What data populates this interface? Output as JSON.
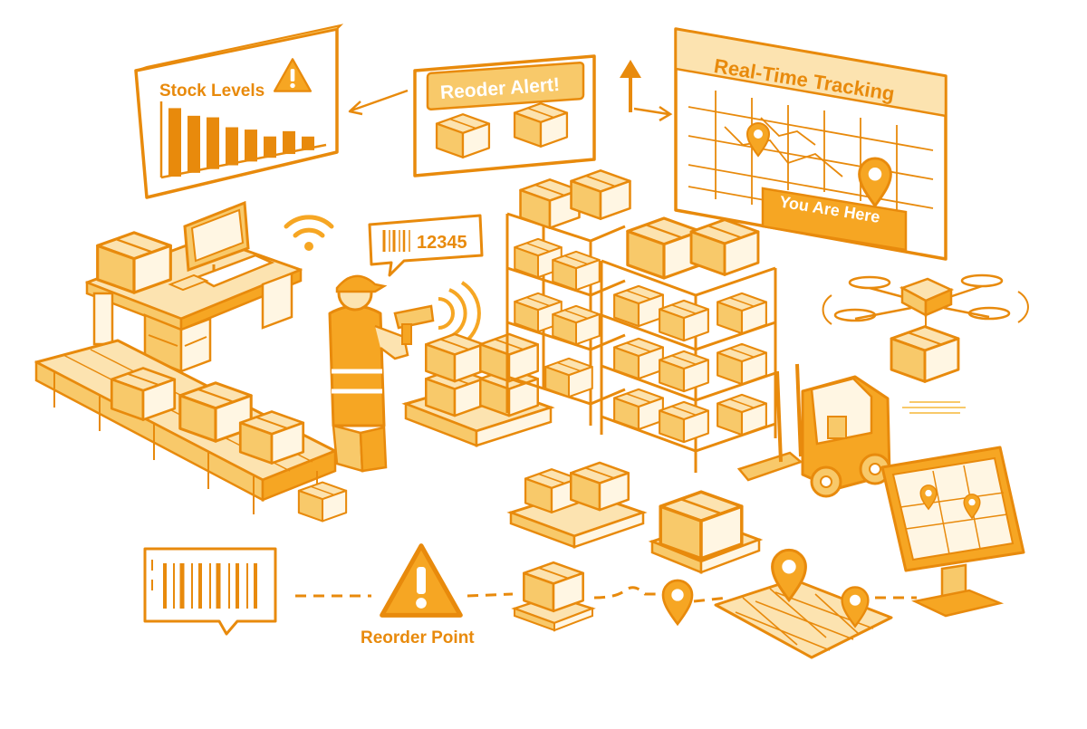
{
  "colors": {
    "stroke": "#E88A0C",
    "fill_light": "#FCE3B0",
    "fill_mid": "#F8C96A",
    "fill_bright": "#F6A623",
    "pale": "#FFF6E3",
    "background": "#FFFFFF"
  },
  "panels": {
    "stock_levels": {
      "title": "Stock Levels",
      "icon": "warning-triangle-icon",
      "bars": [
        0.9,
        0.75,
        0.68,
        0.5,
        0.42,
        0.28,
        0.3,
        0.18
      ]
    },
    "reorder_alert": {
      "title": "Reoder Alert!",
      "icon": "box-icon"
    },
    "real_time_tracking": {
      "title": "Real-Time Tracking",
      "badge": "You Are Here",
      "icon": "map-pin-icon"
    }
  },
  "scanner": {
    "speech_bubble_code": "12345",
    "icon": "barcode-icon"
  },
  "signals": {
    "icon": "wifi-icon"
  },
  "bottom_flow": {
    "reorder_label": "Reorder Point",
    "icons": [
      "barcode-icon",
      "warning-triangle-icon",
      "pallet-box-icon",
      "map-pin-icon",
      "map-icon",
      "kiosk-screen-icon"
    ]
  }
}
